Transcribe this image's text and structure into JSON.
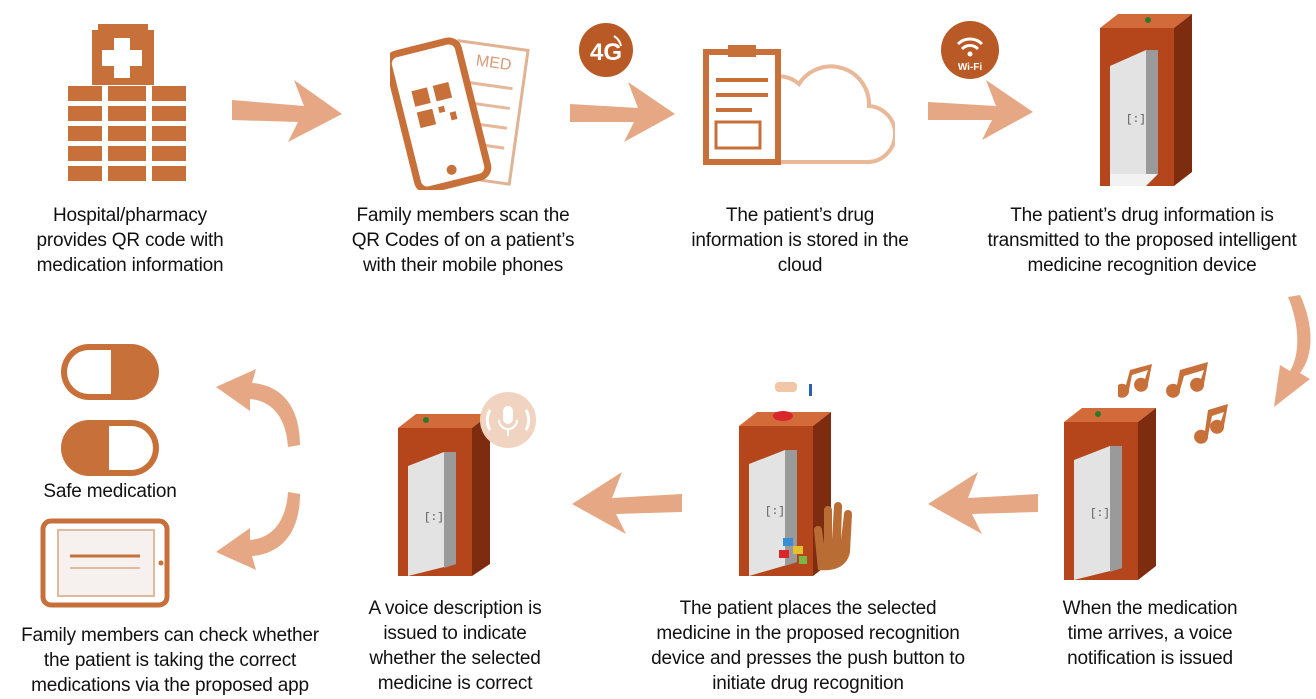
{
  "colors": {
    "primary": "#c8703a",
    "arrow": "#e6a884",
    "box": "#b5451b",
    "box_side": "#7e2c10",
    "box_top": "#d26a3a",
    "door": "#c8c8c8",
    "text": "#111111"
  },
  "badges": {
    "fourg": "4G",
    "wifi": "Wi-Fi",
    "med": "MED"
  },
  "steps": {
    "s1": {
      "l1": "Hospital/pharmacy",
      "l2": "provides QR code with",
      "l3": "medication information"
    },
    "s2": {
      "l1": "Family members scan the",
      "l2": "QR Codes of on a patient’s",
      "l3": "with their mobile phones"
    },
    "s3": {
      "l1": "The patient’s drug",
      "l2": "information is stored in the",
      "l3": "cloud"
    },
    "s4": {
      "l1": "The patient’s drug information is",
      "l2": "transmitted to the proposed intelligent",
      "l3": "medicine recognition device"
    },
    "s5": {
      "l1": "When the medication",
      "l2": "time arrives, a voice",
      "l3": "notification is issued"
    },
    "s6": {
      "l1": "The patient places the selected",
      "l2": "medicine in the proposed recognition",
      "l3": "device and presses the push button to",
      "l4": "initiate drug recognition"
    },
    "s7": {
      "l1": "A voice description is",
      "l2": "issued to indicate",
      "l3": "whether the selected",
      "l4": "medicine is correct"
    },
    "s8": {
      "l1": "Safe medication"
    },
    "s9": {
      "l1": "Family members can check whether",
      "l2": "the patient is taking the correct",
      "l3": "medications via the proposed app"
    }
  }
}
